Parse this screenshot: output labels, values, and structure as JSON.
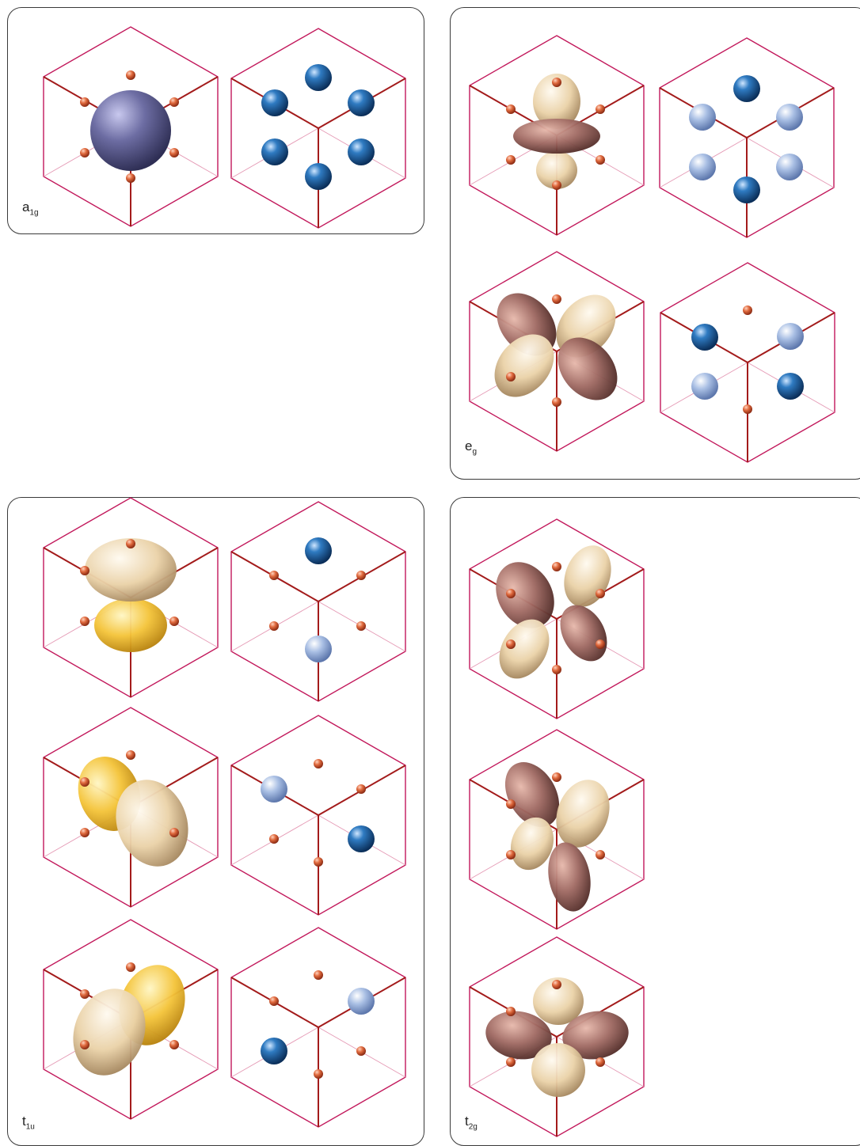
{
  "panels": [
    {
      "id": "a1g",
      "label_main": "a",
      "label_sub": "1g"
    },
    {
      "id": "eg",
      "label_main": "e",
      "label_sub": "g"
    },
    {
      "id": "t1u",
      "label_main": "t",
      "label_sub": "1u"
    },
    {
      "id": "t2g",
      "label_main": "t",
      "label_sub": "2g"
    }
  ],
  "colors": {
    "cube_edge": "#c2185b",
    "cube_front_edge": "#a31b1b",
    "ligand_small": "#d9572c",
    "ligand_dark_blue": "#1f5f9e",
    "ligand_light_blue": "#9fb5de",
    "s_orbital": "#6a6a9e",
    "lobe_cream": "#ead2a8",
    "lobe_rose": "#a06a63",
    "lobe_yellow": "#f4c43a"
  }
}
